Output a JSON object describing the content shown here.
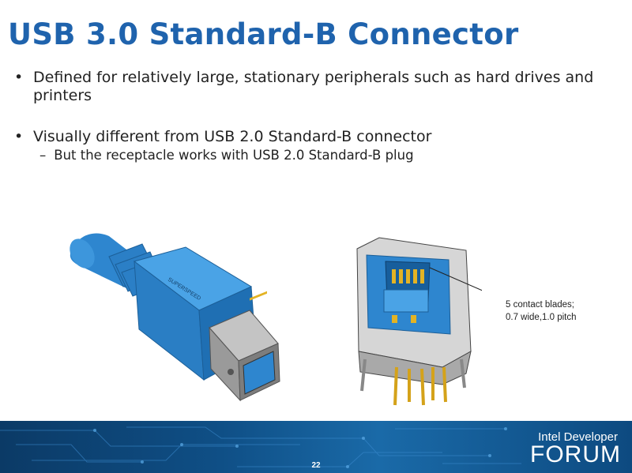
{
  "slide": {
    "title": "USB 3.0 Standard-B Connector",
    "bullets": [
      "Defined for relatively large, stationary peripherals such as hard drives and printers",
      "Visually different from USB 2.0 Standard-B connector"
    ],
    "sub_bullet": "But the receptacle works with USB 2.0 Standard-B plug",
    "bullet_symbol": "•",
    "sub_symbol": "–"
  },
  "figure": {
    "callout_line1": "5 contact blades;",
    "callout_line2": "0.7 wide,1.0 pitch"
  },
  "footer": {
    "page_number": "22",
    "brand_line1": "Intel Developer",
    "brand_line2": "FORUM"
  },
  "colors": {
    "title": "#1f63ad",
    "connector_blue": "#2e86cf",
    "metal_gray": "#9a9a9a",
    "contact_gold": "#e3b324"
  }
}
